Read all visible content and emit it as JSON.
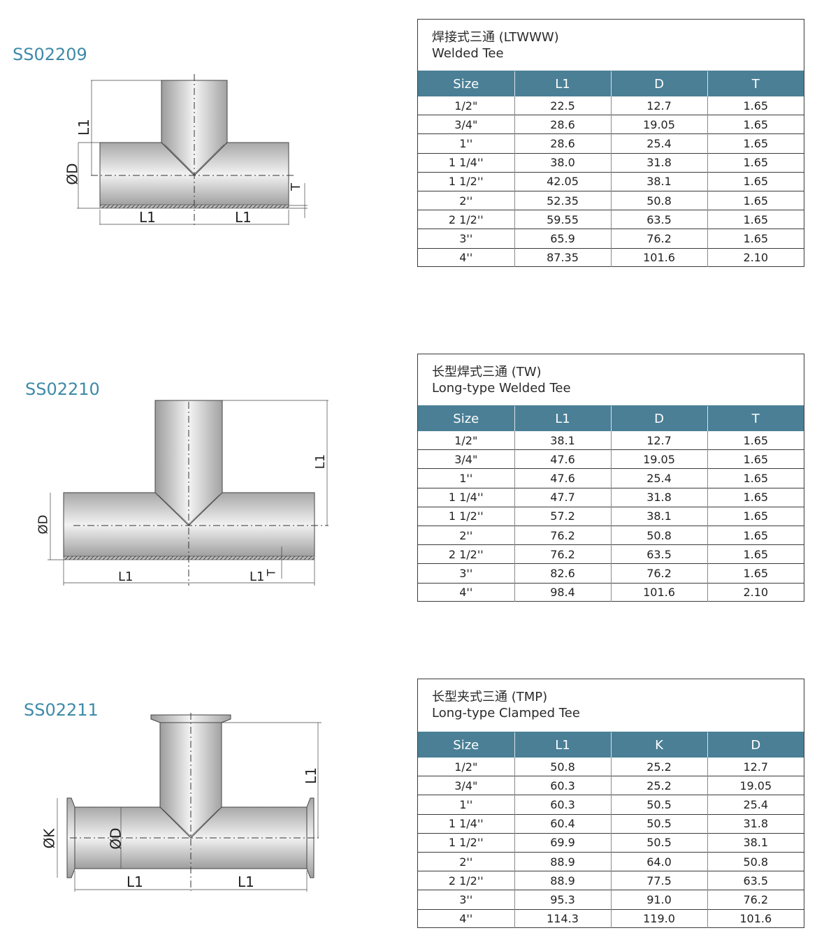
{
  "products": [
    {
      "code": "SS02209",
      "title_cn": "焊接式三通 (LTWWW)",
      "title_en": "Welded Tee",
      "columns": [
        "Size",
        "L1",
        "D",
        "T"
      ],
      "rows": [
        [
          "1/2\"",
          "22.5",
          "12.7",
          "1.65"
        ],
        [
          "3/4\"",
          "28.6",
          "19.05",
          "1.65"
        ],
        [
          "1''",
          "28.6",
          "25.4",
          "1.65"
        ],
        [
          "1 1/4''",
          "38.0",
          "31.8",
          "1.65"
        ],
        [
          "1 1/2''",
          "42.05",
          "38.1",
          "1.65"
        ],
        [
          "2''",
          "52.35",
          "50.8",
          "1.65"
        ],
        [
          "2 1/2''",
          "59.55",
          "63.5",
          "1.65"
        ],
        [
          "3''",
          "65.9",
          "76.2",
          "1.65"
        ],
        [
          "4''",
          "87.35",
          "101.6",
          "2.10"
        ]
      ],
      "diagram_labels": {
        "l1": "L1",
        "d": "ØD",
        "t": "T"
      }
    },
    {
      "code": "SS02210",
      "title_cn": "长型焊式三通 (TW)",
      "title_en": "Long-type Welded Tee",
      "columns": [
        "Size",
        "L1",
        "D",
        "T"
      ],
      "rows": [
        [
          "1/2\"",
          "38.1",
          "12.7",
          "1.65"
        ],
        [
          "3/4\"",
          "47.6",
          "19.05",
          "1.65"
        ],
        [
          "1''",
          "47.6",
          "25.4",
          "1.65"
        ],
        [
          "1 1/4''",
          "47.7",
          "31.8",
          "1.65"
        ],
        [
          "1 1/2''",
          "57.2",
          "38.1",
          "1.65"
        ],
        [
          "2''",
          "76.2",
          "50.8",
          "1.65"
        ],
        [
          "2 1/2''",
          "76.2",
          "63.5",
          "1.65"
        ],
        [
          "3''",
          "82.6",
          "76.2",
          "1.65"
        ],
        [
          "4''",
          "98.4",
          "101.6",
          "2.10"
        ]
      ],
      "diagram_labels": {
        "l1": "L1",
        "d": "ØD",
        "t": "T"
      }
    },
    {
      "code": "SS02211",
      "title_cn": "长型夹式三通 (TMP)",
      "title_en": "Long-type Clamped Tee",
      "columns": [
        "Size",
        "L1",
        "K",
        "D"
      ],
      "rows": [
        [
          "1/2\"",
          "50.8",
          "25.2",
          "12.7"
        ],
        [
          "3/4\"",
          "60.3",
          "25.2",
          "19.05"
        ],
        [
          "1''",
          "60.3",
          "50.5",
          "25.4"
        ],
        [
          "1 1/4''",
          "60.4",
          "50.5",
          "31.8"
        ],
        [
          "1 1/2''",
          "69.9",
          "50.5",
          "38.1"
        ],
        [
          "2''",
          "88.9",
          "64.0",
          "50.8"
        ],
        [
          "2 1/2''",
          "88.9",
          "77.5",
          "63.5"
        ],
        [
          "3''",
          "95.3",
          "91.0",
          "76.2"
        ],
        [
          "4''",
          "114.3",
          "119.0",
          "101.6"
        ]
      ],
      "diagram_labels": {
        "l1": "L1",
        "d": "ØD",
        "k": "ØK"
      }
    }
  ],
  "colors": {
    "header_bg": "#4a7f96",
    "code_text": "#3e8aa8"
  }
}
